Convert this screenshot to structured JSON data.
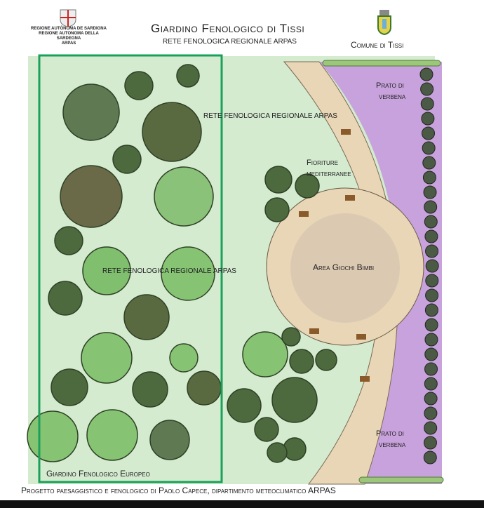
{
  "header": {
    "title": "Giardino Fenologico di Tissi",
    "subtitle": "RETE FENOLOGICA REGIONALE ARPAS",
    "region_logo_lines": [
      "REGIONE AUTÒNOMA DE SARDIGNA",
      "REGIONE AUTONOMA DELLA SARDEGNA",
      "ARPAS"
    ],
    "municipality": "Comune di Tissi"
  },
  "map_labels": {
    "network_top": "RETE FENOLOGICA REGIONALE ARPAS",
    "network_mid": "RETE FENOLOGICA REGIONALE ARPAS",
    "flowers": [
      "Fioriture",
      "mediterranee"
    ],
    "play_area": "Area Giochi Bimbi",
    "meadow_top": [
      "Prato di",
      "verbena"
    ],
    "meadow_bottom": [
      "Prato di",
      "verbena"
    ],
    "european_garden": "Giardino Fenologico Europeo"
  },
  "footer": "Progetto paesaggistico e fenologico di Paolo Capece, dipartimento meteoclimatico ARPAS",
  "colors": {
    "lawn": "#cde8c8",
    "path": "#e8d6b8",
    "meadow": "#c9a3dd",
    "border": "#1aa05a"
  }
}
